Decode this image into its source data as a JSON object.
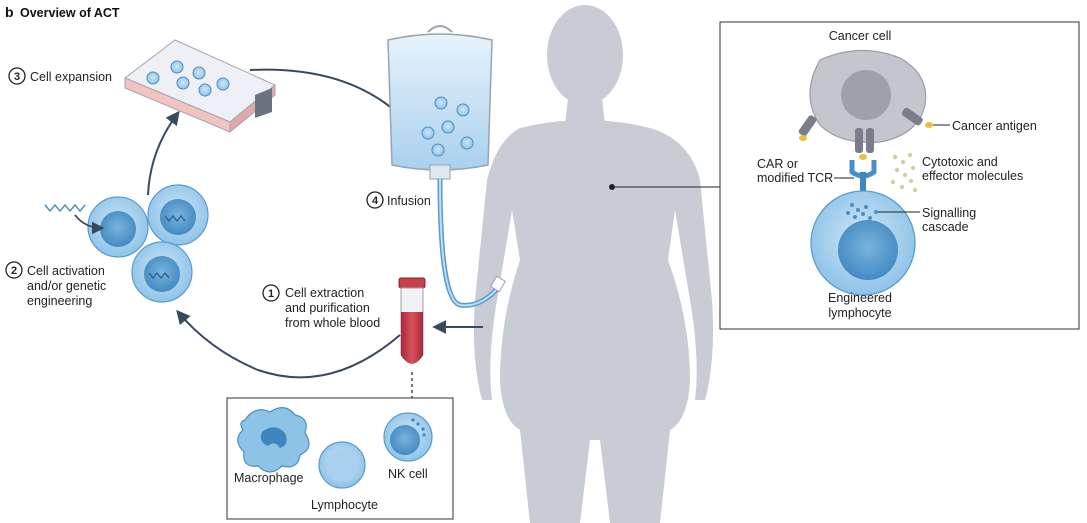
{
  "panel_letter": "b",
  "title": "Overview of ACT",
  "steps": {
    "s1": {
      "number": "1",
      "lines": [
        "Cell extraction",
        "and purification",
        "from whole blood"
      ]
    },
    "s2": {
      "number": "2",
      "lines": [
        "Cell activation",
        "and/or genetic",
        "engineering"
      ]
    },
    "s3": {
      "number": "3",
      "lines": [
        "Cell expansion"
      ]
    },
    "s4": {
      "number": "4",
      "lines": [
        "Infusion"
      ]
    }
  },
  "cell_types": {
    "macrophage": "Macrophage",
    "lymphocyte": "Lymphocyte",
    "nk_cell": "NK cell"
  },
  "detail": {
    "cancer_cell": "Cancer cell",
    "cancer_antigen": "Cancer  antigen",
    "car_tcr": [
      "CAR or",
      "modified TCR"
    ],
    "cytotoxic": [
      "Cytotoxic and",
      "effector molecules"
    ],
    "signalling": [
      "Signalling",
      "cascade"
    ],
    "engineered": [
      "Engineered",
      "lymphocyte"
    ]
  },
  "colors": {
    "arrow": "#3a4a5e",
    "cell_blue": "#7fb8e0",
    "cell_blue_dark": "#4a8fc4",
    "silhouette": "#c9ccd4",
    "blood_red": "#c8404a",
    "flask_pink": "#f2c4c0",
    "cancer_grey": "#b8bac2"
  }
}
